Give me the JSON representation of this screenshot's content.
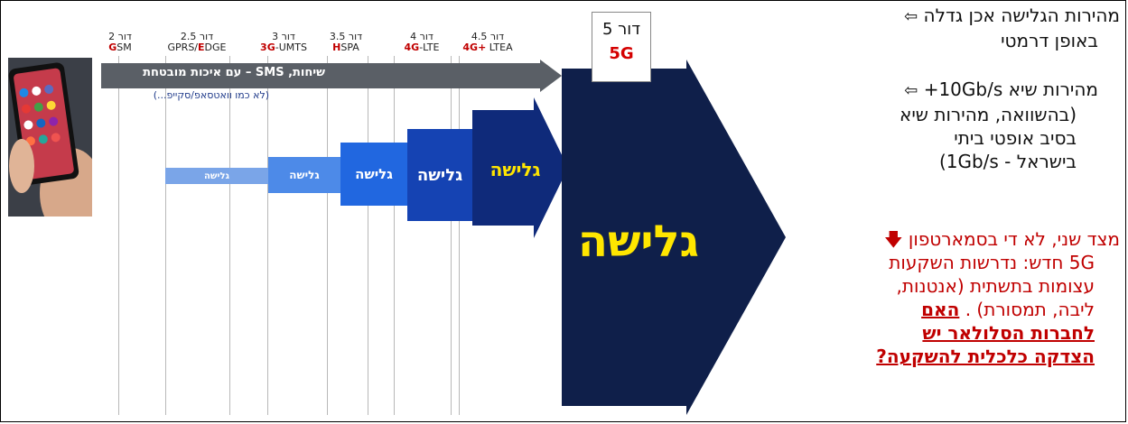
{
  "generations": [
    {
      "gen": "דור 2",
      "tech_bold": "G",
      "tech_rest": "SM"
    },
    {
      "gen": "דור 2.5",
      "tech_pre": "GPRS/",
      "tech_bold": "E",
      "tech_rest": "DGE"
    },
    {
      "gen": "דור 3",
      "tech_bold": "3G",
      "tech_rest": "-UMTS"
    },
    {
      "gen": "דור 3.5",
      "tech_bold": "H",
      "tech_rest": "SPA"
    },
    {
      "gen": "דור 4",
      "tech_bold": "4G",
      "tech_rest": "-LTE"
    },
    {
      "gen": "דור 4.5",
      "tech_bold": "4G+",
      "tech_rest": " LTEA"
    }
  ],
  "sms_bar": "שיחות, SMS – עם איכות מובטחת",
  "sms_note": "(לא כמו וואטסאפ/סקייפ...)",
  "browse_word": "גלישה",
  "gen5": {
    "line1": "דור 5",
    "line2": "5G"
  },
  "big_browse": "גלישה",
  "right": {
    "b1_line1": "מהירות הגלישה אכן גדלה",
    "b1_line2": "באופן דרמטי",
    "b2_line1": "מהירות שיא 10Gb/s+",
    "b2_line2": "(בהשוואה, מהירות שיא",
    "b2_line3": "בסיב אופטי ביתי",
    "b2_line4": "בישראל - 1Gb/s)",
    "b3_line1": "מצד שני, לא די בסמארטפון",
    "b3_line2": "5G חדש: נדרשות השקעות",
    "b3_line3": "עצומות בתשתית (אנטנות,",
    "b3_line4": "ליבה, תמסורת) .",
    "b3_bold1": "האם",
    "b3_bold2": "לחברות הסלולאר יש",
    "b3_bold3": "הצדקה כלכלית להשקעה?"
  },
  "colors": {
    "dark_navy": "#0f1f4a",
    "arrow_gray": "#5a5f66",
    "red": "#c00000",
    "yellow": "#ffe600"
  }
}
